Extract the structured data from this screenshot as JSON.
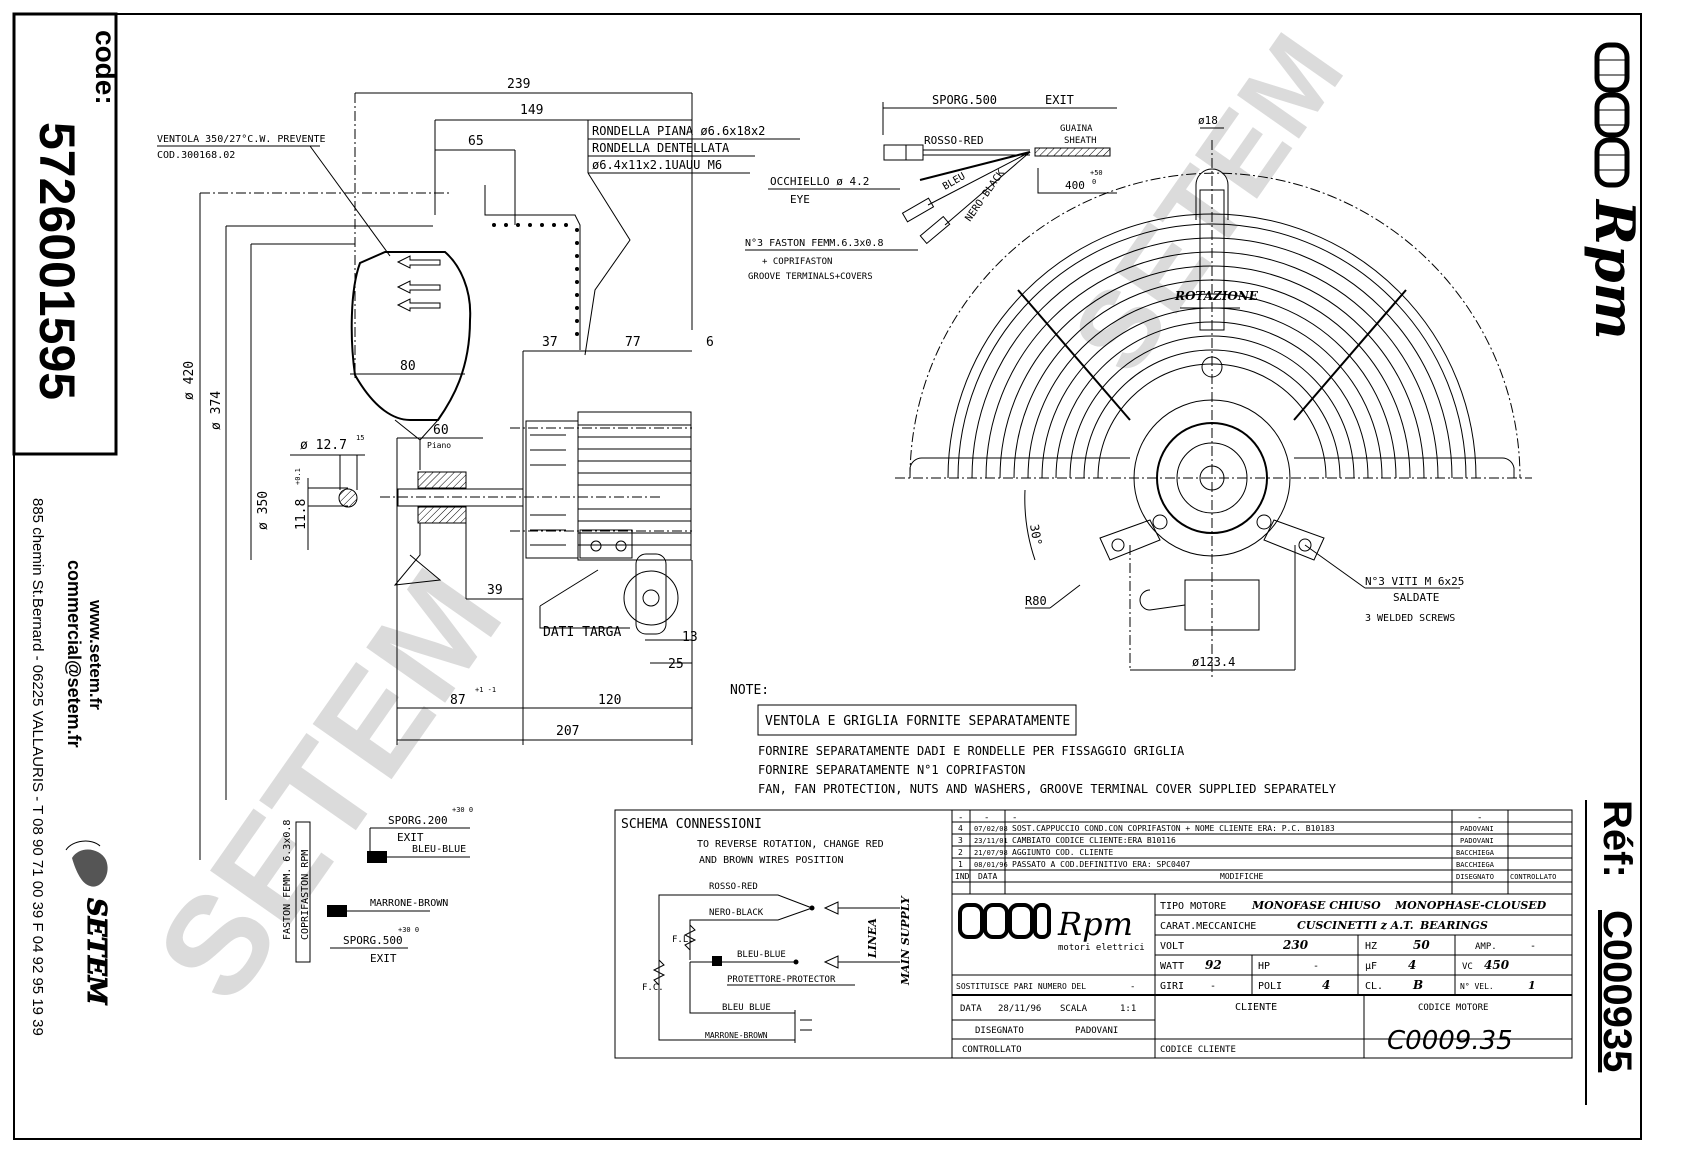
{
  "sidebar": {
    "code_label": "code:",
    "code_value": "5726001595",
    "website": "www.setem.fr",
    "email": "commercial@setem.fr",
    "address": "885 chemin St.Bernard  -  06225 VALLAURIS  -  T 08 90 71 00 39   F 04 92 95 19 39",
    "company_logo": "SETEM"
  },
  "right_strip": {
    "brand": "Rpm",
    "ref_label": "Réf:",
    "ref_value": "C000935"
  },
  "watermark": {
    "text": "SETEM"
  },
  "side_view": {
    "fan_note_line1": "VENTOLA 350/27°C.W. PREVENTE",
    "fan_note_line2": "COD.300168.02",
    "washer_line1": "RONDELLA PIANA ø6.6x18x2",
    "washer_line2": "RONDELLA DENTELLATA",
    "washer_line3": "ø6.4x11x2.1UAUU M6",
    "dim_239": "239",
    "dim_149": "149",
    "dim_65": "65",
    "dim_37": "37",
    "dim_77": "77",
    "dim_6": "6",
    "dim_80": "80",
    "dim_60": "60",
    "piano": "Piano",
    "dim_d420": "ø 420",
    "dim_d374": "ø 374",
    "dim_d350": "ø 350",
    "dim_d127": "ø 12.7",
    "dim_d127_tol": "15",
    "dim_118": "11.8",
    "dim_118_tol": "+0.1",
    "dim_39": "39",
    "dim_13": "13",
    "dim_25": "25",
    "dim_87": "87",
    "dim_87_tol": "+1 -1",
    "dim_120": "120",
    "dim_207": "207",
    "nameplate": "DATI TARGA"
  },
  "cable": {
    "spurge": "SPORG.500",
    "exit": "EXIT",
    "red": "ROSSO-RED",
    "sheath_it": "GUAINA",
    "sheath_en": "SHEATH",
    "eye_it": "OCCHIELLO ø 4.2",
    "eye_en": "EYE",
    "blue": "BLEU",
    "black": "NERO-BLACK",
    "length": "400",
    "length_tol_plus": "+50",
    "length_tol_minus": "0",
    "faston_line1": "N°3 FASTON FEMM.6.3x0.8",
    "faston_line2": "+ COPRIFASTON",
    "faston_line3": "GROOVE TERMINALS+COVERS"
  },
  "front_view": {
    "dim_18": "ø18",
    "rotation": "ROTAZIONE",
    "angle": "30°",
    "radius": "R80",
    "screws_line1": "N°3 VITI M 6x25",
    "screws_line2": "SALDATE",
    "screws_line3": "3 WELDED SCREWS",
    "dim_1234": "ø123.4"
  },
  "notes": {
    "title": "NOTE:",
    "boxed": "VENTOLA E GRIGLIA FORNITE SEPARATAMENTE",
    "line1": "FORNIRE SEPARATAMENTE DADI E RONDELLE PER FISSAGGIO GRIGLIA",
    "line2": "FORNIRE SEPARATAMENTE N°1 COPRIFASTON",
    "line3": "FAN, FAN PROTECTION, NUTS AND WASHERS, GROOVE TERMINAL COVER SUPPLIED SEPARATELY"
  },
  "alt_cable": {
    "spurge_top": "SPORG.200",
    "spurge_top_tol": "+30 0",
    "exit_top": "EXIT",
    "blue": "BLEU-BLUE",
    "brown": "MARRONE-BROWN",
    "spurge_bottom": "SPORG.500",
    "spurge_bottom_tol": "+30 0",
    "exit_bottom": "EXIT",
    "faston_label": "FASTON FEMM. 6.3x0.8",
    "cover_label": "COPRIFASTON RPM"
  },
  "wiring": {
    "title": "SCHEMA CONNESSIONI",
    "note_line1": "TO REVERSE ROTATION, CHANGE RED",
    "note_line2": "AND BROWN WIRES POSITION",
    "red": "ROSSO-RED",
    "black": "NERO-BLACK",
    "blue": "BLEU-BLUE",
    "protector": "PROTETTORE-PROTECTOR",
    "blue2": "BLEU BLUE",
    "brown": "MARRONE-BROWN",
    "fl": "F.L.",
    "fc": "F.C.",
    "supply_it": "LINEA",
    "supply_en": "MAIN SUPPLY"
  },
  "revisions": {
    "header": [
      "-",
      "-",
      "-",
      "-",
      ""
    ],
    "rows": [
      {
        "ind": "4",
        "date": "07/02/08",
        "desc": "SOST.CAPPUCCIO COND.CON COPRIFASTON + NOME CLIENTE ERA: P.C. B10183",
        "drawn": "PADOVANI",
        "checked": ""
      },
      {
        "ind": "3",
        "date": "23/11/01",
        "desc": "CAMBIATO CODICE CLIENTE:ERA B10116",
        "drawn": "PADOVANI",
        "checked": ""
      },
      {
        "ind": "2",
        "date": "21/07/98",
        "desc": "AGGIUNTO COD. CLIENTE",
        "drawn": "BACCHIEGA",
        "checked": ""
      },
      {
        "ind": "1",
        "date": "08/01/96",
        "desc": "PASSATO A COD.DEFINITIVO ERA: SPC0407",
        "drawn": "BACCHIEGA",
        "checked": ""
      }
    ],
    "footer": {
      "ind": "IND",
      "date": "DATA",
      "desc": "MODIFICHE",
      "drawn": "DISEGNATO",
      "checked": "CONTROLLATO"
    }
  },
  "title_block": {
    "logo_text": "Rpm",
    "logo_sub": "motori elettrici",
    "motor_type_label": "TIPO MOTORE",
    "motor_type_it": "MONOFASE CHIUSO",
    "motor_type_en": "MONOPHASE-CLOUSED",
    "mech_label": "CARAT.MECCANICHE",
    "mech_it": "CUSCINETTI z A.T.",
    "mech_en": "BEARINGS",
    "volt_label": "VOLT",
    "volt_value": "230",
    "hz_label": "HZ",
    "hz_value": "50",
    "amp_label": "AMP.",
    "amp_value": "-",
    "watt_label": "WATT",
    "watt_value": "92",
    "hp_label": "HP",
    "hp_value": "-",
    "uf_label": "µF",
    "uf_value": "4",
    "vc_label": "VC",
    "vc_value": "450",
    "rpm_label": "GIRI",
    "rpm_value": "-",
    "poles_label": "POLI",
    "poles_value": "4",
    "class_label": "CL.",
    "class_value": "B",
    "speeds_label": "N° VEL.",
    "speeds_value": "1",
    "replaces_label": "SOSTITUISCE PARI NUMERO DEL",
    "replaces_value": "-",
    "date_label": "DATA",
    "date_value": "28/11/96",
    "scale_label": "SCALA",
    "scale_value": "1:1",
    "drawn_label": "DISEGNATO",
    "drawn_value": "PADOVANI",
    "checked_label": "CONTROLLATO",
    "client_label": "CLIENTE",
    "client_code_label": "CODICE CLIENTE",
    "motor_code_label": "CODICE MOTORE",
    "motor_code_value": "C0009.35"
  }
}
